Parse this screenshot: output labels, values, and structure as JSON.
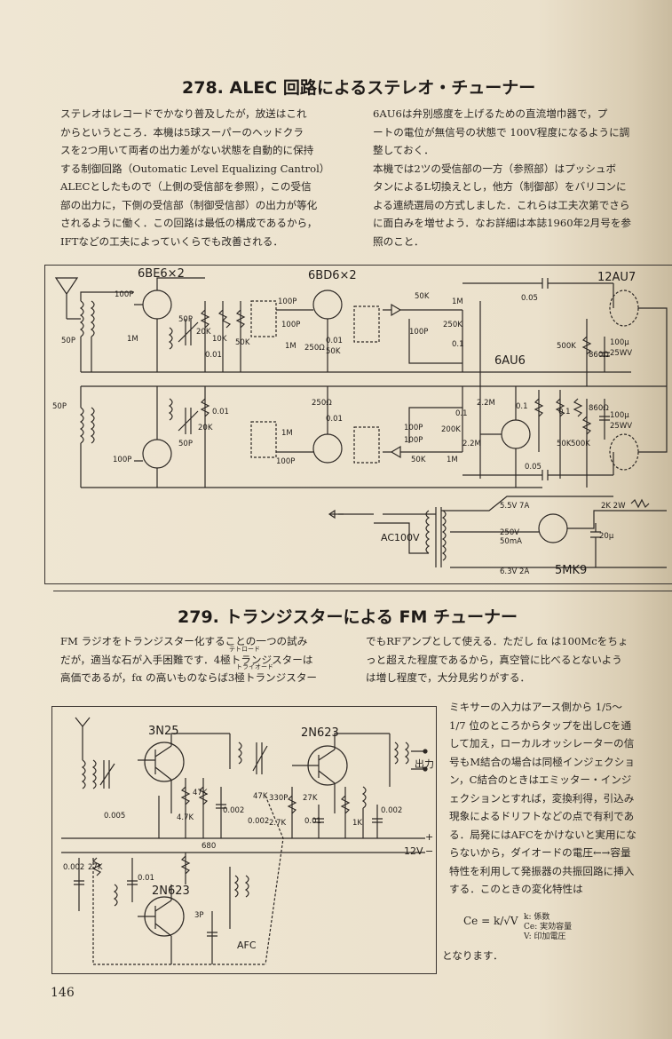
{
  "section1": {
    "title": "278. ALEC 回路によるステレオ・チューナー",
    "left_lines": [
      "ステレオはレコードでかなり普及したが，放送はこれ",
      "からというところ．本機は5球スーパーのヘッドクラ",
      "スを2つ用いて両者の出力差がない状態を自動的に保持",
      "する制御回路（Outomatic Level Equalizing Cantrol）",
      "ALECとしたもので（上側の受信部を参照），この受信",
      "部の出力に，下側の受信部（制御受信部）の出力が等化",
      "されるように働く．この回路は最低の構成であるから，",
      "IFTなどの工夫によっていくらでも改善される．"
    ],
    "right_lines": [
      "6AU6は弁別感度を上げるための直流増巾器で，プ",
      "ートの電位が無信号の状態で 100V程度になるように調",
      "整しておく．",
      "本機では2ツの受信部の一方（参照部）はプッシュボ",
      "タンによるL切換えとし，他方（制御部）をバリコンに",
      "よる連続選局の方式しました．これらは工夫次第でさら",
      "に面白みを増せよう．なお詳細は本誌1960年2月号を参",
      "照のこと．"
    ],
    "schematic_labels": {
      "tube1": "6BE6×2",
      "tube2": "6BD6×2",
      "tube3": "12AU7",
      "tube4": "6AU6",
      "rect": "5MK9",
      "c100p_a": "100P",
      "c50p_a": "50P",
      "c50p_b": "50P",
      "c50p_c": "50P",
      "c50p_d": "50P",
      "r1m_a": "1M",
      "c001_a": "0.01",
      "r20k_a": "20K",
      "r10k": "10K",
      "r50k_a": "50K",
      "c100p_b": "100P",
      "c100p_c": "100P",
      "r1m_b": "1M",
      "r250_a": "250Ω",
      "c001_b": "0.01",
      "r50k_b": "50K",
      "r50k_c": "50K",
      "r1m_c": "1M",
      "c100p_d": "100P",
      "r250k": "250K",
      "c01_a": "0.1",
      "c005_a": "0.05",
      "r500k_a": "500K",
      "r860_a": "860Ω",
      "c100u_a": "100μ",
      "v25_a": "25WV",
      "r250_b": "250Ω",
      "c001_c": "0.01",
      "c100p_e": "100P",
      "r1m_d": "1M",
      "c100p_f": "100P",
      "c100p_g": "100P",
      "r200k": "200K",
      "c01_b": "0.1",
      "r22m_a": "2.2M",
      "r22m_b": "2.2M",
      "c01_c": "0.1",
      "c01_d": "0.1",
      "r50k_d": "50K",
      "r500k_b": "500K",
      "r860_b": "860Ω",
      "c100u_b": "100μ",
      "v25_b": "25WV",
      "c005_b": "0.05",
      "r50k_e": "50K",
      "r1m_e": "1M",
      "c100p_h": "100P",
      "r20k_b": "20K",
      "c001_d": "0.01",
      "v55": "5.5V 7A",
      "v250": "250V",
      "ma50": "50mA",
      "v63": "6.3V 2A",
      "ac": "AC100V",
      "r2k": "2K 2W",
      "c20u": "20μ"
    }
  },
  "section2": {
    "title": "279. トランジスターによる FM チューナー",
    "left_lines": [
      "FM ラジオをトランジスター化することの一つの試み",
      "だが，適当な石が入手困難です．4極トランジスターは",
      "高価であるが，fα の高いものならば3極トランジスター"
    ],
    "ruby1": "テトロード",
    "ruby2": "トライオード",
    "right_top_lines": [
      "でもRFアンプとして使える．ただし fα は100Mcをちょ",
      "っと超えた程度であるから，真空管に比べるとないよう",
      "は増し程度で，大分見劣りがする．"
    ],
    "right_lines": [
      "ミキサーの入力はアース側から 1/5～",
      "1/7 位のところからタップを出しCを通",
      "して加え，ローカルオッシレーターの信",
      "号もM結合の場合は同極インジェクショ",
      "ン，C結合のときはエミッター・インジ",
      "ェクションとすれば，変換利得，引込み",
      "現象によるドリフトなどの点で有利であ",
      "る．局発にはAFCをかけないと実用にな",
      "らないから，ダイオードの電圧←→容量",
      "特性を利用して発振器の共振回路に挿入",
      "する．このときの変化特性は"
    ],
    "formula": "Ce = k/√V",
    "formula_notes": [
      "k: 係数",
      "Ce: 実効容量",
      "V: 印加電圧"
    ],
    "formula_tail": "となります．",
    "schematic_labels": {
      "q1": "3N25",
      "q2": "2N623",
      "q3": "2N623",
      "out": "出力",
      "v12": "12V",
      "plus": "+",
      "minus": "−",
      "c0005": "0.005",
      "r47k_a": "47K",
      "r47k_b": "4.7K",
      "c0002_a": "0.002",
      "r47k_c": "47K",
      "c0002_b": "0.002",
      "c330p": "330P",
      "r27k_a": "27K",
      "r27k_b": "2.7K",
      "c001": "0.01",
      "r1k": "1K",
      "c0002_c": "0.002",
      "r680": "680",
      "c0002_d": "0.002",
      "r27k_c": "27K",
      "c001_b": "0.01",
      "c3p": "3P",
      "afc": "AFC"
    }
  },
  "page_number": "146"
}
